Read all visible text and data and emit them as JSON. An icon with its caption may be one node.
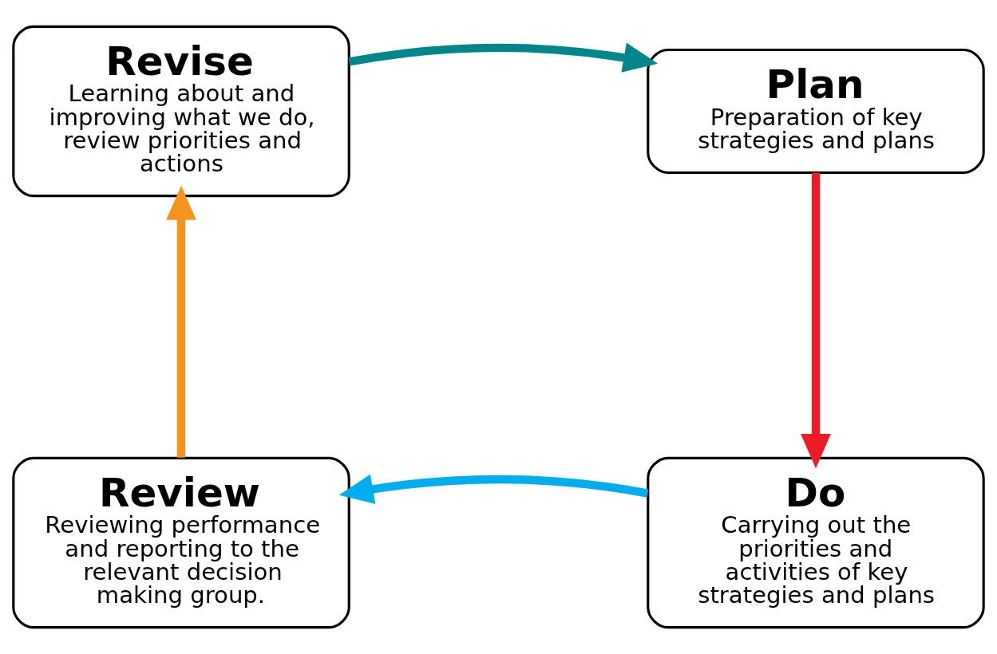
{
  "diagram": {
    "nodes": [
      {
        "text": [
          "Revise",
          "Learning about and improving what we do, review priorities and actions"
        ]
      },
      {
        "text": [
          "Plan",
          "Preparation of key strategies and plans"
        ]
      },
      {
        "text": [
          "Review",
          "Reviewing performance and reporting to the relevant decision making group."
        ]
      },
      {
        "text": [
          "Do",
          "Carrying out the priorities and activities of key strategies and plans"
        ]
      }
    ],
    "edges": [
      {
        "from": 0,
        "to": 1,
        "arrow": "to",
        "color": "#00868b"
      },
      {
        "from": 1,
        "to": 3,
        "arrow": "to",
        "color": "#ed1c24"
      },
      {
        "from": 3,
        "to": 2,
        "arrow": "to",
        "color": "#00aeef"
      },
      {
        "from": 2,
        "to": 0,
        "arrow": "to",
        "color": "#f7941d"
      }
    ]
  }
}
